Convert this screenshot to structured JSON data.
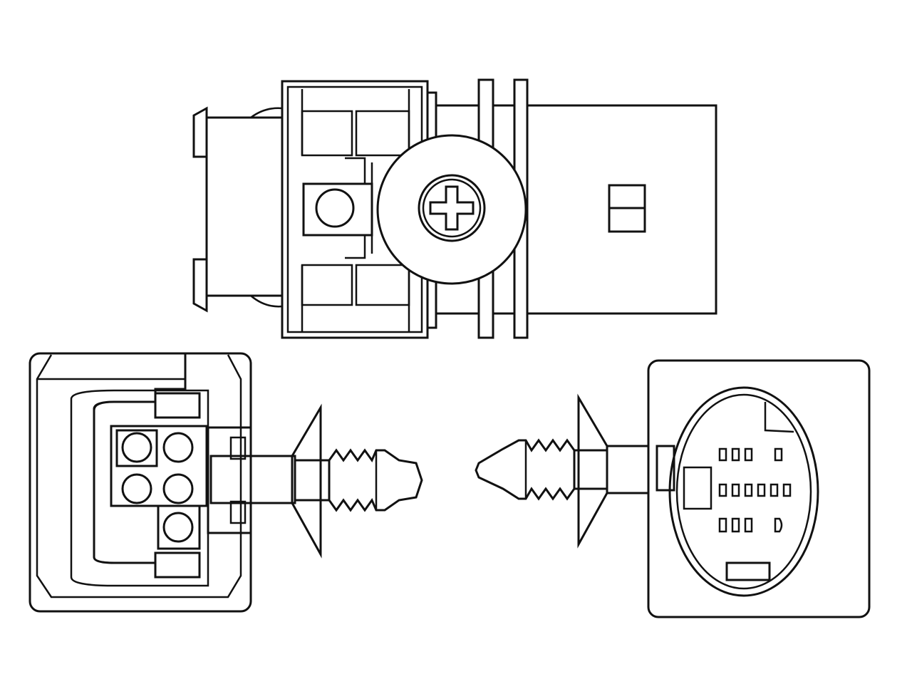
{
  "diagram": {
    "background_color": "#ffffff",
    "line_color": "#111111",
    "components": [
      {
        "id": "connector-top-view",
        "icon": "connector-plug-top-view"
      },
      {
        "id": "connector-female-face",
        "icon": "six-pin-connector-face"
      },
      {
        "id": "retaining-clip-left",
        "icon": "push-clip"
      },
      {
        "id": "retaining-clip-right",
        "icon": "push-clip"
      },
      {
        "id": "connector-male-face",
        "icon": "oval-pin-connector-face"
      }
    ]
  }
}
